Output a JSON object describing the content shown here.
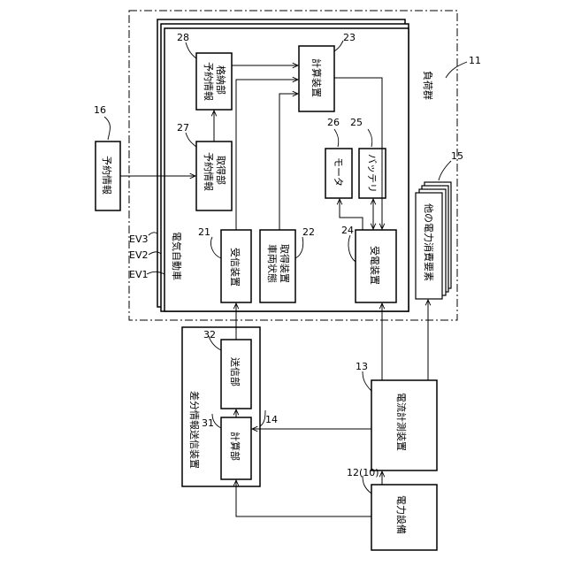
{
  "labels": {
    "load_group": "負荷群",
    "ev": "電気自動車",
    "reservation_info": "予約情報",
    "reservation_storage_line1": "予約情報",
    "reservation_storage_line2": "格納部",
    "reservation_acquisition_line1": "予約情報",
    "reservation_acquisition_line2": "取得部",
    "calculation_device": "計算装置",
    "motor": "モータ",
    "battery": "バッテリ",
    "receiving_device": "受信装置",
    "vehicle_state_line1": "車両状態",
    "vehicle_state_line2": "取得装置",
    "power_receiving_device": "受電装置",
    "other_loads": "他の電力消費要素",
    "diff_info_transmitter": "差分情報送信装置",
    "transmitter_unit": "送信部",
    "calculation_unit": "計算部",
    "current_meter": "電流計測装置",
    "power_facility": "電力設備"
  },
  "refs": {
    "r11": "11",
    "r12": "12(10)",
    "r13": "13",
    "r14": "14",
    "r15": "15",
    "r16": "16",
    "r21": "21",
    "r22": "22",
    "r23": "23",
    "r24": "24",
    "r25": "25",
    "r26": "26",
    "r27": "27",
    "r28": "28",
    "r31": "31",
    "r32": "32",
    "ev1": "EV1",
    "ev2": "EV2",
    "ev3": "EV3"
  }
}
